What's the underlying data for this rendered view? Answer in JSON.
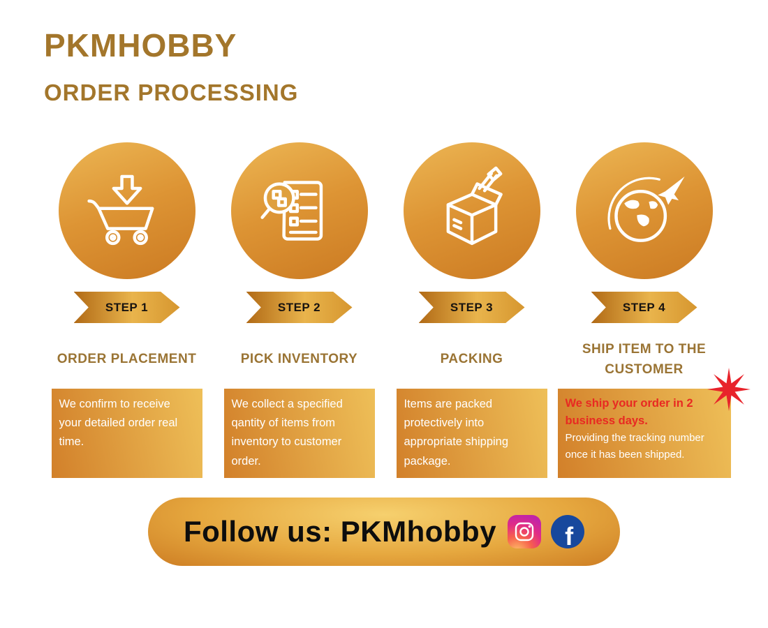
{
  "header": {
    "title": "PKMHOBBY",
    "subtitle": "ORDER PROCESSING"
  },
  "steps": [
    {
      "badge": "STEP 1",
      "icon": "cart-download-icon",
      "heading": "ORDER PLACEMENT",
      "description": "We confirm to receive your detailed order real time."
    },
    {
      "badge": "STEP 2",
      "icon": "pick-inventory-icon",
      "heading": "PICK INVENTORY",
      "description": "We collect a specified qantity of items from inventory to customer order."
    },
    {
      "badge": "STEP 3",
      "icon": "packing-box-icon",
      "heading": "PACKING",
      "description": "Items are packed protectively into appropriate shipping package."
    },
    {
      "badge": "STEP 4",
      "icon": "globe-plane-icon",
      "heading": "SHIP ITEM TO THE CUSTOMER",
      "description_highlight": "We ship your order in 2 business days.",
      "description_rest": "Providing the tracking number once it has been shipped."
    }
  ],
  "footer": {
    "follow_text": "Follow us: PKMhobby",
    "facebook_glyph": "f",
    "social": [
      "instagram-icon",
      "facebook-icon"
    ]
  },
  "colors": {
    "title_brown": "#A3762B",
    "accent_gold": "#DD9434",
    "highlight_red": "#E82A22",
    "facebook_blue": "#17489D",
    "starburst_red": "#E8232B"
  }
}
